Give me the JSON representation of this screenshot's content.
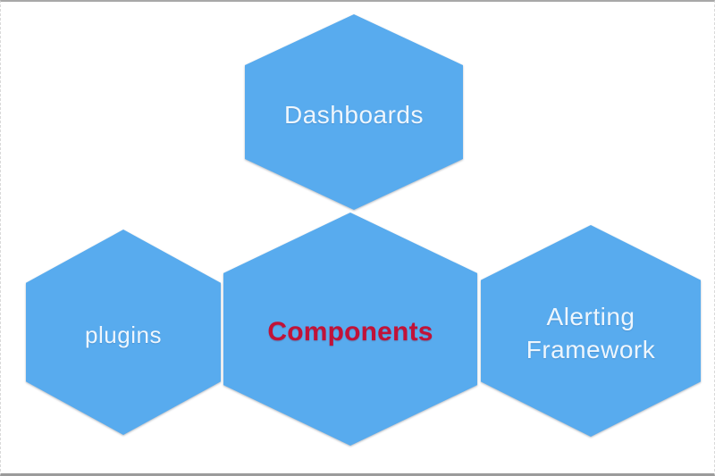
{
  "diagram": {
    "type": "hexagon-cluster",
    "nodes": [
      {
        "id": "dashboards",
        "label": "Dashboards",
        "label_color": "#eef6fd",
        "emphasis": false
      },
      {
        "id": "plugins",
        "label": "plugins",
        "label_color": "#eef6fd",
        "emphasis": false
      },
      {
        "id": "components",
        "label": "Components",
        "label_color": "#c11238",
        "emphasis": true
      },
      {
        "id": "alerting-framework",
        "label": "Alerting Framework",
        "label_color": "#eef6fd",
        "emphasis": false
      }
    ],
    "colors": {
      "hexagon_fill": "#58abee",
      "label_default": "#eef6fd",
      "label_highlight": "#c11238",
      "background": "#ffffff",
      "frame_border": "#a8a8a8"
    }
  }
}
